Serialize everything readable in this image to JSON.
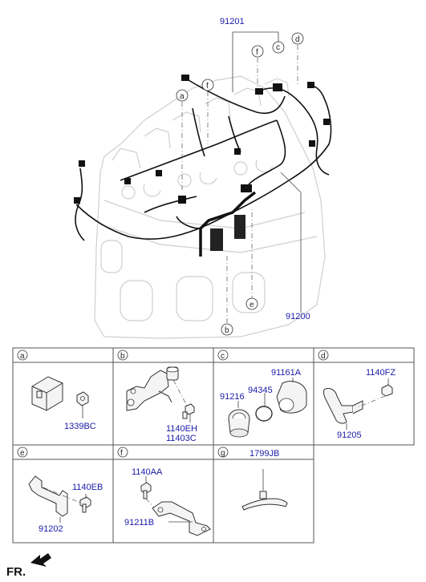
{
  "main_callouts": {
    "top": "91201",
    "bottom": "91200",
    "c": "c",
    "d": "d",
    "f_top": "f",
    "f_mid": "f",
    "a": "a",
    "e": "e",
    "b": "b"
  },
  "panels": [
    {
      "letter": "a",
      "parts": [
        "1339BC"
      ]
    },
    {
      "letter": "b",
      "parts": [
        "1140EH",
        "11403C"
      ]
    },
    {
      "letter": "c",
      "parts": [
        "91161A",
        "91216",
        "94345"
      ]
    },
    {
      "letter": "d",
      "parts": [
        "1140FZ",
        "91205"
      ]
    },
    {
      "letter": "e",
      "parts": [
        "1140EB",
        "91202"
      ]
    },
    {
      "letter": "f",
      "parts": [
        "1140AA",
        "91211B"
      ]
    },
    {
      "letter": "g",
      "parts": [
        "1799JB"
      ]
    }
  ],
  "footer": {
    "direction_label": "FR."
  }
}
